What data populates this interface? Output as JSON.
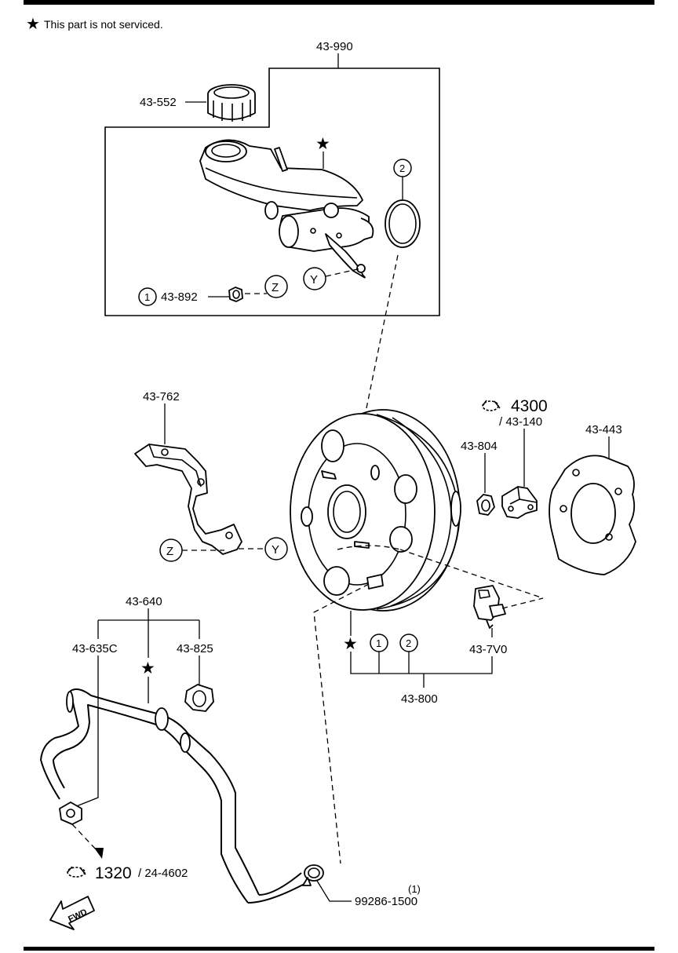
{
  "note": {
    "star": "★",
    "text": "This part is not serviced."
  },
  "parts": {
    "assembly_master_cylinder": "43-990",
    "reservoir_cap": "43-552",
    "nut_master_cylinder": "43-892",
    "bracket": "43-762",
    "booster_assembly": "43-800",
    "nut_booster": "43-804",
    "sensor_bracket": "43-140",
    "gasket": "43-443",
    "hose_assembly": "43-640",
    "hose": "43-635C",
    "clip": "43-825",
    "sensor": "43-7V0",
    "clamp": "99286-1500",
    "clamp_qty": "(1)"
  },
  "references": {
    "ref_4300": {
      "number": "4300",
      "sub": "/ 43-140"
    },
    "ref_1320": {
      "number": "1320",
      "sub": "/ 24-4602"
    }
  },
  "markers": {
    "circle_1": "1",
    "circle_2": "2",
    "letter_z": "Z",
    "letter_y": "Y",
    "star": "★"
  },
  "fwd": "FWD"
}
